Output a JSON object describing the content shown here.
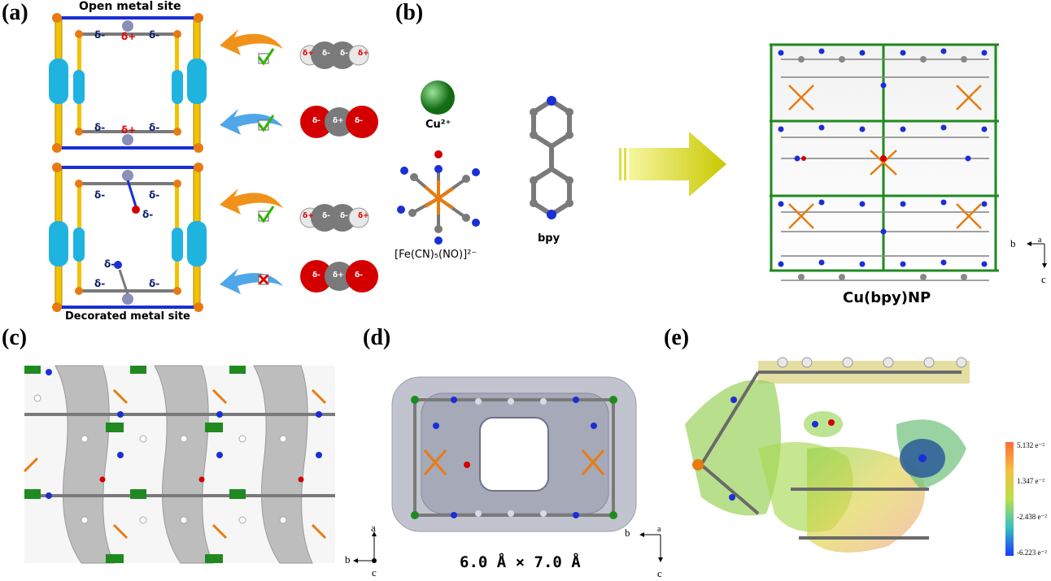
{
  "panels": {
    "a": {
      "label": "(a)",
      "top_title": "Open metal site",
      "bottom_title": "Decorated metal site",
      "charges": {
        "neg": "δ-",
        "pos": "δ+"
      },
      "molecule_charges": {
        "plus": "δ+",
        "minus": "δ-"
      },
      "check_color": "#2db400",
      "cross_color": "#e00000"
    },
    "b": {
      "label": "(b)",
      "cu_label": "Cu²⁺",
      "fe_label": "[Fe(CN)₅(NO)]²⁻",
      "bpy_label": "bpy",
      "framework_label": "Cu(bpy)NP",
      "axis_b": "b",
      "axis_a": "a",
      "axis_c": "c"
    },
    "c": {
      "label": "(c)",
      "axis_a": "a",
      "axis_b": "b",
      "axis_c": "c"
    },
    "d": {
      "label": "(d)",
      "pore_size": "6.0 Å × 7.0 Å",
      "axis_b": "b",
      "axis_a": "a",
      "axis_c": "c"
    },
    "e": {
      "label": "(e)",
      "colorbar_ticks": [
        "5.132 e⁻²",
        "1.347 e⁻²",
        "-2.438 e⁻²",
        "-6.223 e⁻²"
      ]
    }
  },
  "colors": {
    "orange_atom": "#e87b0f",
    "blue_atom": "#1a2fd6",
    "cu_green": "#1f8a1f",
    "rod_yellow": "#f2c200",
    "pill_cyan": "#1fb3e0",
    "carbon_grey": "#7a7a7a",
    "oxygen_red": "#d40000"
  }
}
